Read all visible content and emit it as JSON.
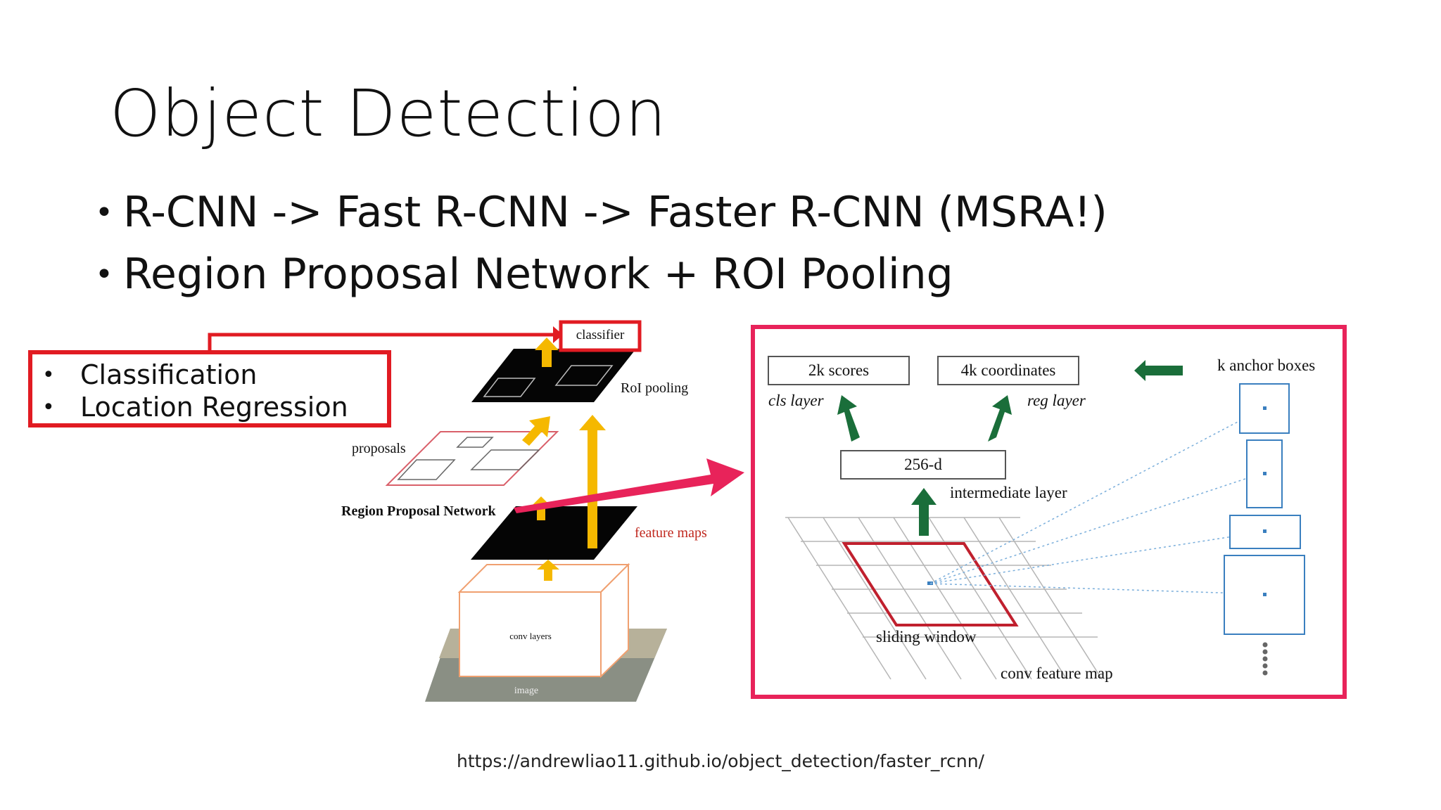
{
  "slide": {
    "title": "Object Detection",
    "bullets": [
      "R-CNN -> Fast R-CNN -> Faster R-CNN (MSRA!)",
      "Region Proposal Network + ROI Pooling"
    ],
    "callout": [
      "Classification",
      "Location Regression"
    ],
    "source_url": "https://andrewliao11.github.io/object_detection/faster_rcnn/"
  },
  "left_diagram": {
    "classifier": "classifier",
    "roi_pooling": "RoI pooling",
    "proposals": "proposals",
    "rpn": "Region Proposal Network",
    "feature_maps": "feature maps",
    "conv_layers": "conv layers",
    "image": "image"
  },
  "right_diagram": {
    "scores": "2k scores",
    "coordinates": "4k coordinates",
    "anchor_boxes": "k anchor boxes",
    "cls_layer": "cls layer",
    "reg_layer": "reg layer",
    "intermediate": "256-d",
    "intermediate_layer": "intermediate layer",
    "sliding_window": "sliding window",
    "conv_feature_map": "conv feature map"
  },
  "colors": {
    "callout_red": "#e11b22",
    "highlight_pink": "#e8235a",
    "arrow_yellow": "#f5b800",
    "arrow_green": "#1a6e3a",
    "anchor_blue": "#3a7fbf"
  }
}
